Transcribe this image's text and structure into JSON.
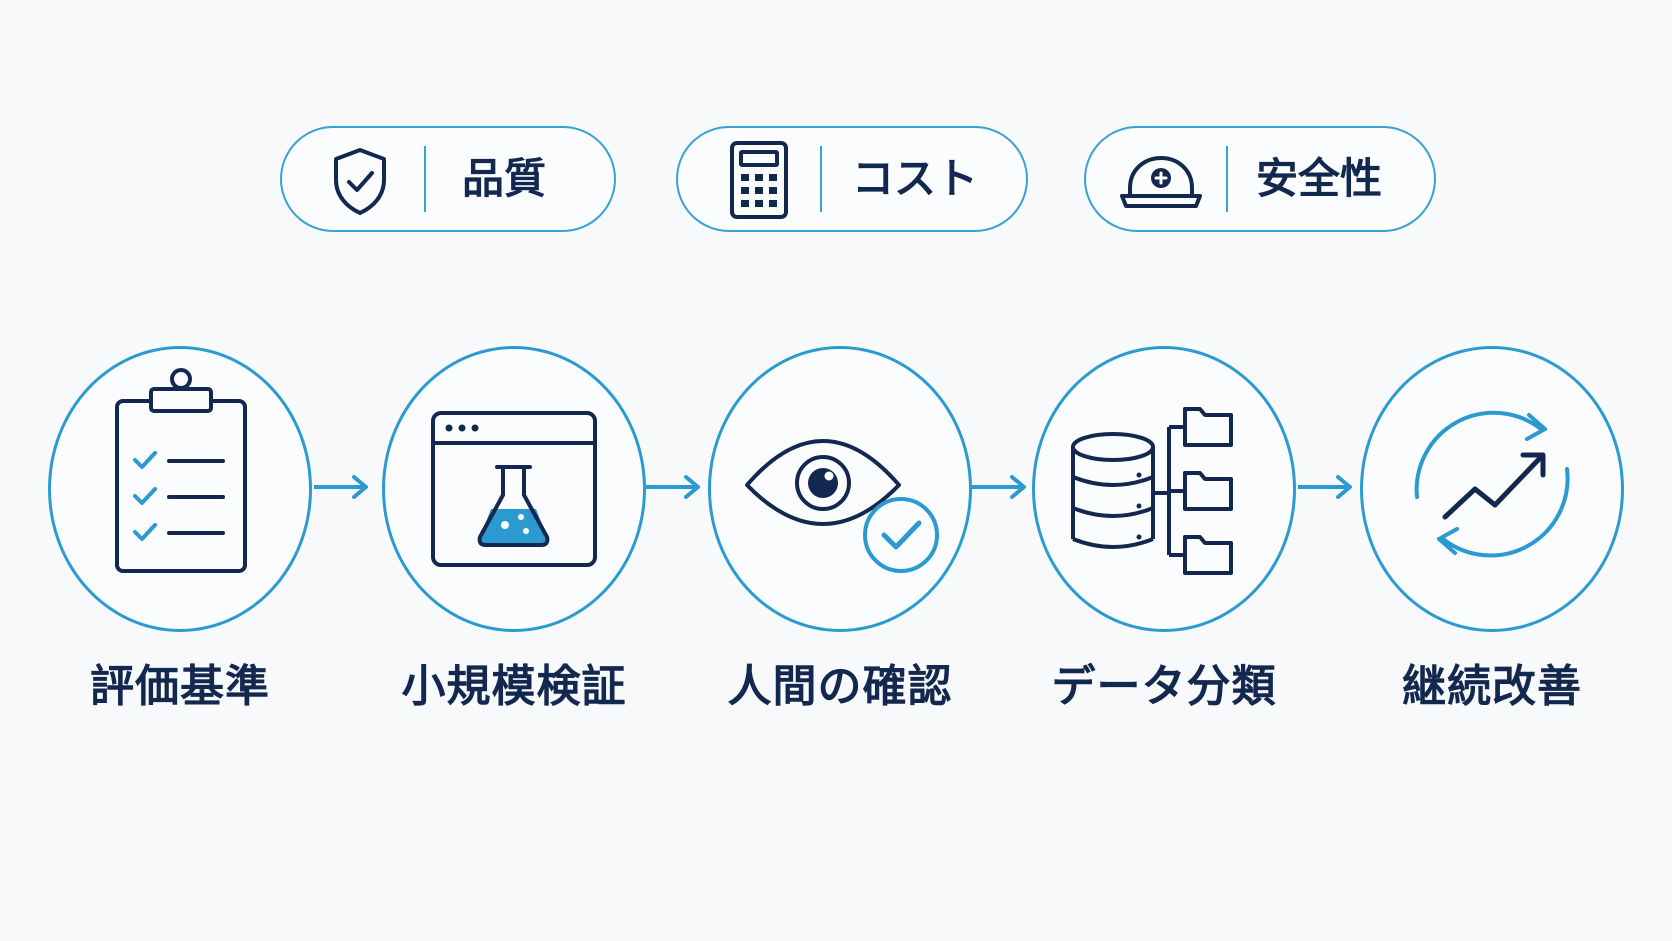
{
  "colors": {
    "navy": "#13284f",
    "accent": "#2a9ad0",
    "background": "#f8f9fb"
  },
  "criteria": [
    {
      "label": "品質",
      "icon": "shield-check-icon"
    },
    {
      "label": "コスト",
      "icon": "calculator-icon"
    },
    {
      "label": "安全性",
      "icon": "hard-hat-icon"
    }
  ],
  "steps": [
    {
      "label": "評価基準",
      "icon": "clipboard-checklist-icon"
    },
    {
      "label": "小規模検証",
      "icon": "browser-flask-icon"
    },
    {
      "label": "人間の確認",
      "icon": "eye-check-icon"
    },
    {
      "label": "データ分類",
      "icon": "database-folders-icon"
    },
    {
      "label": "継続改善",
      "icon": "cycle-growth-icon"
    }
  ]
}
